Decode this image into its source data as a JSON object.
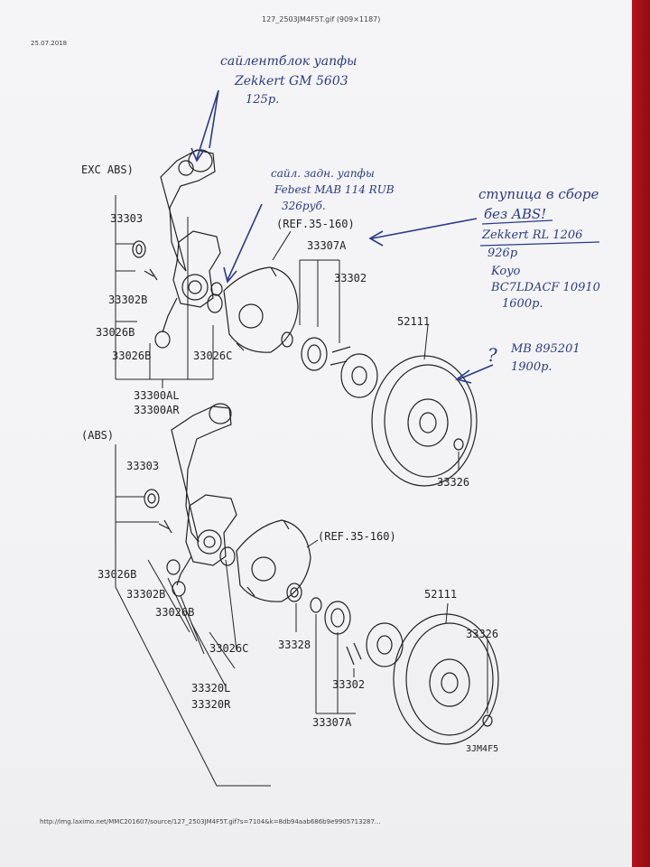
{
  "header": {
    "date": "25.07.2018",
    "file_title": "127_2503JM4F5T.gif (909×1187)"
  },
  "footer": {
    "url": "http://img.laximo.net/MMC201607/source/127_2503JM4F5T.gif?s=7104&k=8db94aab686b9e9905713287..."
  },
  "diagram": {
    "section_exc_abs": "EXC ABS)",
    "section_abs": "(ABS)",
    "code": "3JM4F5",
    "top_labels": {
      "p33303": "33303",
      "p33302B": "33302B",
      "p33026B_1": "33026B",
      "p33026B_2": "33026B",
      "p33026C": "33026C",
      "p33300AL": "33300AL",
      "p33300AR": "33300AR",
      "ref": "(REF.35-160)",
      "p33307A": "33307A",
      "p33302": "33302",
      "p52111": "52111",
      "p33326": "33326"
    },
    "bottom_labels": {
      "p33303": "33303",
      "p33026B_1": "33026B",
      "p33302B": "33302B",
      "p33026B_2": "33026B",
      "p33026C": "33026C",
      "p33320L": "33320L",
      "p33320R": "33320R",
      "ref": "(REF.35-160)",
      "p33328": "33328",
      "p33302": "33302",
      "p33307A": "33307A",
      "p52111": "52111",
      "p33326": "33326"
    }
  },
  "handwritten": {
    "note1_line1": "сайлентблок уапфы",
    "note1_line2": "Zekkert GM 5603",
    "note1_line3": "125р.",
    "note2_line1": "сайл. задн. уапфы",
    "note2_line2": "Febest MAB 114 RUB",
    "note2_line3": "326руб.",
    "note3_line1": "ступица в сборе",
    "note3_line2": "без ABS!",
    "note3_line3": "Zekkert RL 1206",
    "note3_line4": "926р",
    "note3_line5": "Koyo",
    "note3_line6": "BC7LDACF 10910",
    "note3_line7": "1600р.",
    "note4_q": "?",
    "note4_line1": "MB 895201",
    "note4_line2": "1900р."
  },
  "colors": {
    "ink": "#222222",
    "pen": "#2b3b86",
    "strip": "#b5121b"
  }
}
